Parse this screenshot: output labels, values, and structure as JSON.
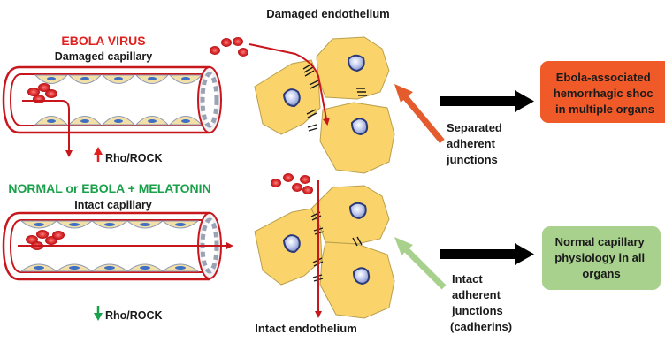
{
  "top_label": "Damaged endothelium",
  "bottom_label": "Intact endothelium",
  "ebola": {
    "title": "EBOLA VIRUS",
    "subtitle": "Damaged capillary",
    "rho": "Rho/ROCK",
    "rho_direction": "up",
    "junction_lines": [
      "Separated",
      "adherent",
      "junctions"
    ],
    "outcome_lines": [
      "Ebola-associated",
      "hemorrhagic shoc",
      "in multiple organs"
    ]
  },
  "normal": {
    "title": "NORMAL or EBOLA + MELATONIN",
    "subtitle": "Intact capillary",
    "rho": "Rho/ROCK",
    "rho_direction": "down",
    "junction_lines": [
      "Intact",
      "adherent",
      "junctions",
      "(cadherins)"
    ],
    "outcome_lines": [
      "Normal capillary",
      "physiology in all",
      "organs"
    ]
  },
  "colors": {
    "ebola_title": "#e0211f",
    "normal_title": "#1aa04a",
    "vessel_red": "#c8161d",
    "cell_fill": "#fbd36b",
    "cell_stroke": "#b9a04d",
    "outcome_ebola": "#f05a28",
    "outcome_normal": "#a9d18e",
    "arrow_ebola": "#e45c2e",
    "arrow_normal": "#a9d18e",
    "rho_up": "#e0211f",
    "rho_down": "#1aa04a"
  }
}
